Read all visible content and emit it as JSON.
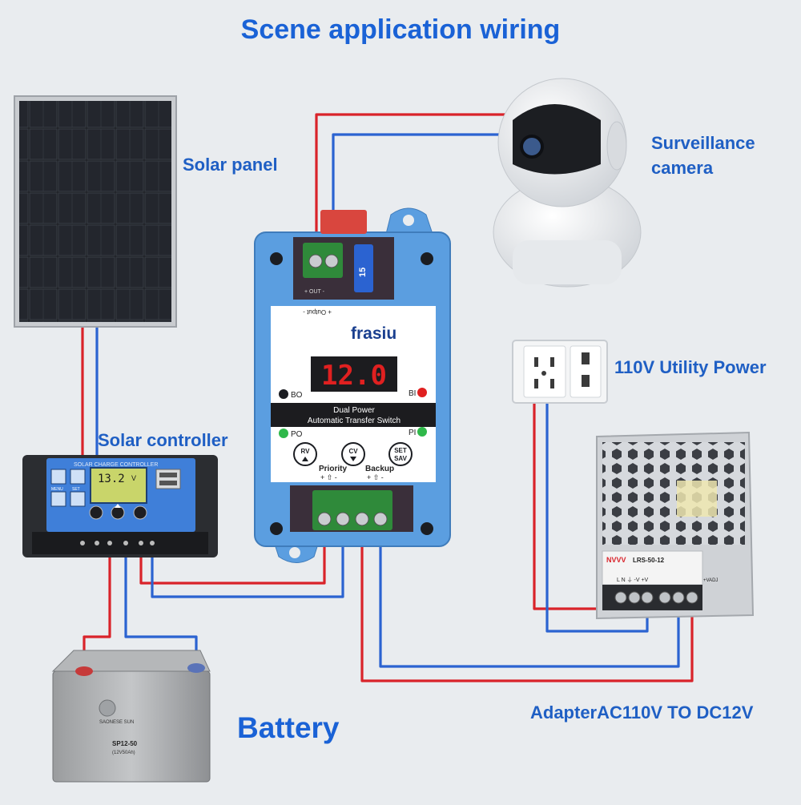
{
  "title": "Scene application wiring",
  "labels": {
    "solar_panel": "Solar panel",
    "camera_line1": "Surveillance",
    "camera_line2": "camera",
    "utility": "110V Utility Power",
    "controller": "Solar controller",
    "battery": "Battery",
    "adapter": "AdapterAC110V TO DC12V"
  },
  "switch": {
    "brand": "frasiu",
    "display": "12.0",
    "model_line1": "Dual Power",
    "model_line2": "Automatic Transfer Switch",
    "output": "+ Output -",
    "terminal_out": "+ OUT -",
    "fuse": "15",
    "bo": "BO",
    "bi": "BI",
    "po": "PO",
    "pi": "PI",
    "btn_rv": "RV",
    "btn_cv": "CV",
    "btn_set": "SET",
    "btn_sav": "SAV",
    "priority": "Priority",
    "backup": "Backup",
    "priority_pol": "+ ⇧ -",
    "backup_pol": "+ ⇧ -"
  },
  "controller": {
    "header": "SOLAR CHARGE CONTROLLER",
    "lcd": "13.2",
    "lcd_unit": "V",
    "icon_menu": "MENU",
    "icon_set": "SET"
  },
  "battery": {
    "brand": "SAONESE SUN",
    "model": "SP12-50",
    "spec": "(12V50Ah)"
  },
  "adapter": {
    "brand": "NVVV",
    "model": "LRS-50-12",
    "terminals": "L  N  ⏚  -V  +V",
    "adj": "+VADJ"
  },
  "colors": {
    "wire_red": "#d9232a",
    "wire_blue": "#2b63d1",
    "switch_body": "#5b9ee0",
    "label_blue": "#1f5fc4",
    "led_red": "#e02020"
  }
}
